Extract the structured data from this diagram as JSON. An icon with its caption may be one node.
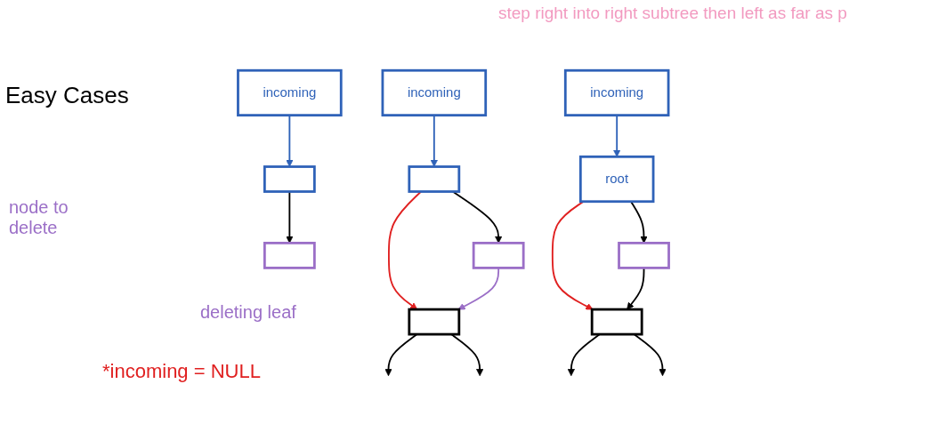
{
  "diagram": {
    "title": "Easy Cases",
    "nodes": [
      {
        "text": [
          "incoming"
        ]
      },
      {
        "text": [],
        "shape": "box"
      },
      {
        "text": [],
        "shape": "box"
      },
      {
        "text": [
          "incoming"
        ]
      },
      {
        "text": [],
        "shape": "box"
      },
      {
        "text": [],
        "shape": "box"
      },
      {
        "text": [],
        "shape": "box"
      },
      {
        "text": [
          "root"
        ]
      },
      {
        "text": [
          "incoming"
        ]
      },
      {
        "text": [],
        "shape": "box"
      },
      {
        "text": [],
        "shape": "box"
      }
    ],
    "edges": [
      {
        "from": 0,
        "to": 1,
        "arrow": "to",
        "color": "#2f62b8"
      },
      {
        "from": 1,
        "to": 2,
        "arrow": "to"
      },
      {
        "from": 3,
        "to": 4,
        "arrow": "to",
        "color": "#2f62b8"
      },
      {
        "from": 4,
        "to": 5,
        "arrow": "to"
      },
      {
        "from": 4,
        "to": 6,
        "arrow": "to",
        "color": "#e02020"
      },
      {
        "from": 5,
        "to": 6,
        "arrow": "to",
        "color": "#9b6fc7"
      },
      {
        "from": 6,
        "to": null,
        "arrow": "to"
      },
      {
        "from": 6,
        "to": null,
        "arrow": "to"
      },
      {
        "from": 8,
        "to": 7,
        "arrow": "to",
        "color": "#2f62b8"
      },
      {
        "from": 7,
        "to": 9,
        "arrow": "to"
      },
      {
        "from": 7,
        "to": 10,
        "arrow": "to",
        "color": "#e02020"
      },
      {
        "from": 9,
        "to": 10,
        "arrow": "to"
      },
      {
        "from": 10,
        "to": null,
        "arrow": "to"
      },
      {
        "from": 10,
        "to": null,
        "arrow": "to"
      }
    ],
    "labels": [
      "step right into right subtree then left as far as p",
      "node to delete",
      "deleting leaf",
      "*incoming = NULL"
    ]
  }
}
